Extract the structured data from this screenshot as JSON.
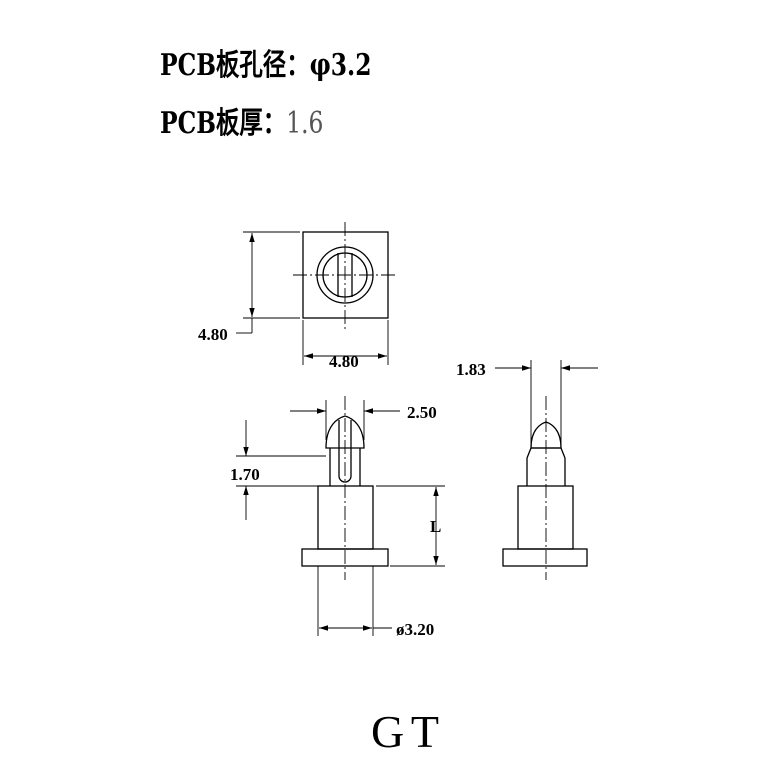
{
  "specs": {
    "hole_label": "PCB板孔径：",
    "hole_value": "φ3.2",
    "thickness_label": "PCB板厚：",
    "thickness_value": "1.6"
  },
  "dimensions": {
    "top_height": "4.80",
    "top_width": "4.80",
    "head_width": "2.50",
    "head_height": "1.70",
    "body_length": "L",
    "shaft_diameter": "ø3.20",
    "side_width": "1.83"
  },
  "title": "G T"
}
